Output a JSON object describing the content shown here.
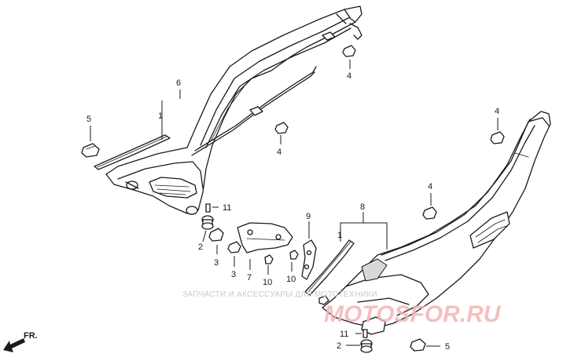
{
  "diagram": {
    "callouts": {
      "c1_left": "1",
      "c6": "6",
      "c5_left": "5",
      "c4_a": "4",
      "c4_b": "4",
      "c4_c": "4",
      "c4_d": "4",
      "c11_left": "11",
      "c2_left": "2",
      "c3_a": "3",
      "c3_b": "3",
      "c7": "7",
      "c10_a": "10",
      "c10_b": "10",
      "c9": "9",
      "c8": "8",
      "c1_right": "1",
      "c11_right": "11",
      "c2_right": "2",
      "c5_right": "5"
    },
    "direction_label": "FR.",
    "watermark": {
      "line1": "ЗАПЧАСТИ И АКСЕССУАРЫ ДЛЯ МОТОТЕХНИКИ",
      "line2": "MOTOSFOR.RU"
    }
  }
}
